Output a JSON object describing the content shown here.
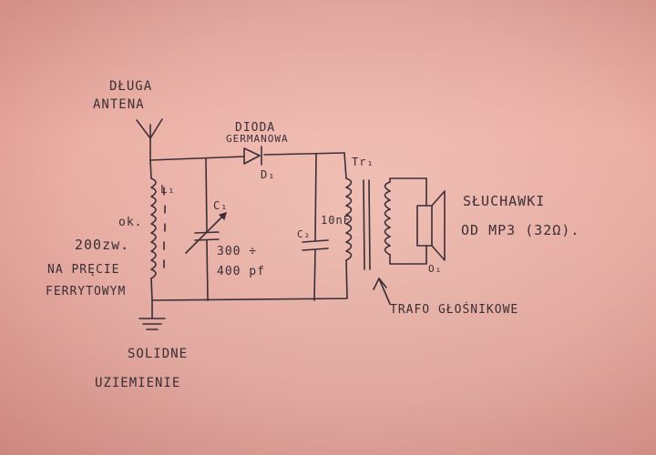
{
  "labels": {
    "antenna_l1": "DŁUGA",
    "antenna_l2": "ANTENA",
    "diode_l1": "DIODA",
    "diode_l2": "GERMANOWA",
    "diode_ref": "D₁",
    "coil_l1": "ok.",
    "coil_l2": "200zw.",
    "coil_l3": "NA PRĘCIE",
    "coil_l4": "FERRYTOWYM",
    "coil_ref": "L₁",
    "c1_ref": "C₁",
    "c1_v1": "300 ÷",
    "c1_v2": "400 pf",
    "c2_ref": "C₂",
    "c2_val": "10nF",
    "trafo_ref": "Tr₁",
    "headphones_l1": "SŁUCHAWKI",
    "headphones_l2": "OD MP3 (32Ω).",
    "headphones_ref": "O₁",
    "trafo_l1": "TRAFO GŁOŚNIKOWE",
    "ground_l1": "SOLIDNE",
    "ground_l2": "UZIEMIENIE"
  },
  "colors": {
    "paper": "#efb8ad",
    "ink": "#3b2f38"
  }
}
